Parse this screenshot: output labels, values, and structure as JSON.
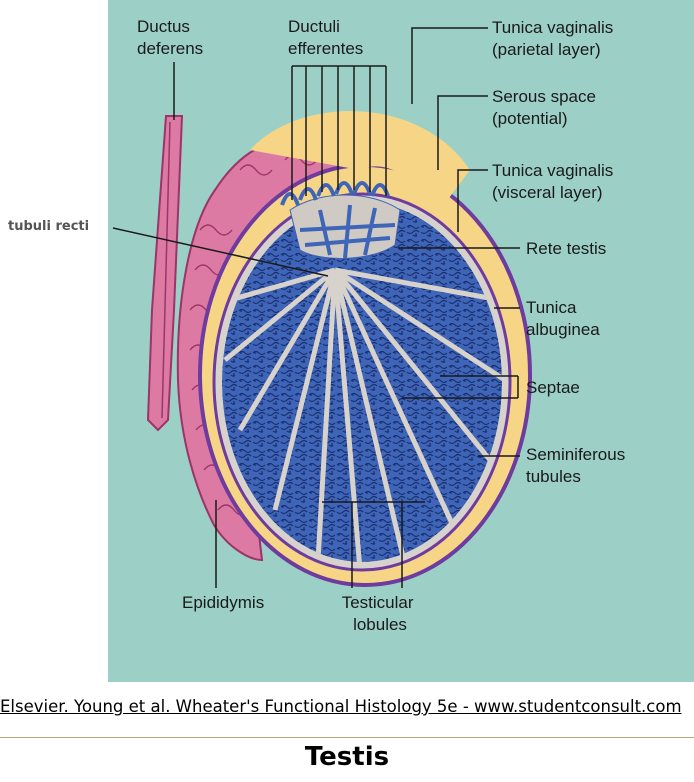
{
  "labels": {
    "ductus_deferens": [
      "Ductus",
      "deferens"
    ],
    "ductuli_efferentes": [
      "Ductuli",
      "efferentes"
    ],
    "tunica_vaginalis_parietal": [
      "Tunica vaginalis",
      "(parietal layer)"
    ],
    "serous_space": [
      "Serous space",
      "(potential)"
    ],
    "tunica_vaginalis_visceral": [
      "Tunica vaginalis",
      "(visceral layer)"
    ],
    "rete_testis": "Rete testis",
    "tunica_albuginea": [
      "Tunica",
      "albuginea"
    ],
    "septae": "Septae",
    "seminiferous_tubules": [
      "Seminiferous",
      "tubules"
    ],
    "epididymis": "Epididymis",
    "testicular_lobules": [
      "Testicular",
      "lobules"
    ]
  },
  "annotation": "tubuli recti",
  "credit": "Elsevier. Young et al. Wheater's Functional Histology 5e - www.studentconsult.com",
  "title": "Testis",
  "colors": {
    "panel": "#9ccfc5",
    "tunica": "#6e3b9e",
    "serous": "#f6d586",
    "albuginea": "#d7d2cc",
    "lobule": "#3e65b8",
    "tubule": "#1b2f6e",
    "epididymis": "#dc7aa3",
    "epididymis_dark": "#9c3468"
  }
}
